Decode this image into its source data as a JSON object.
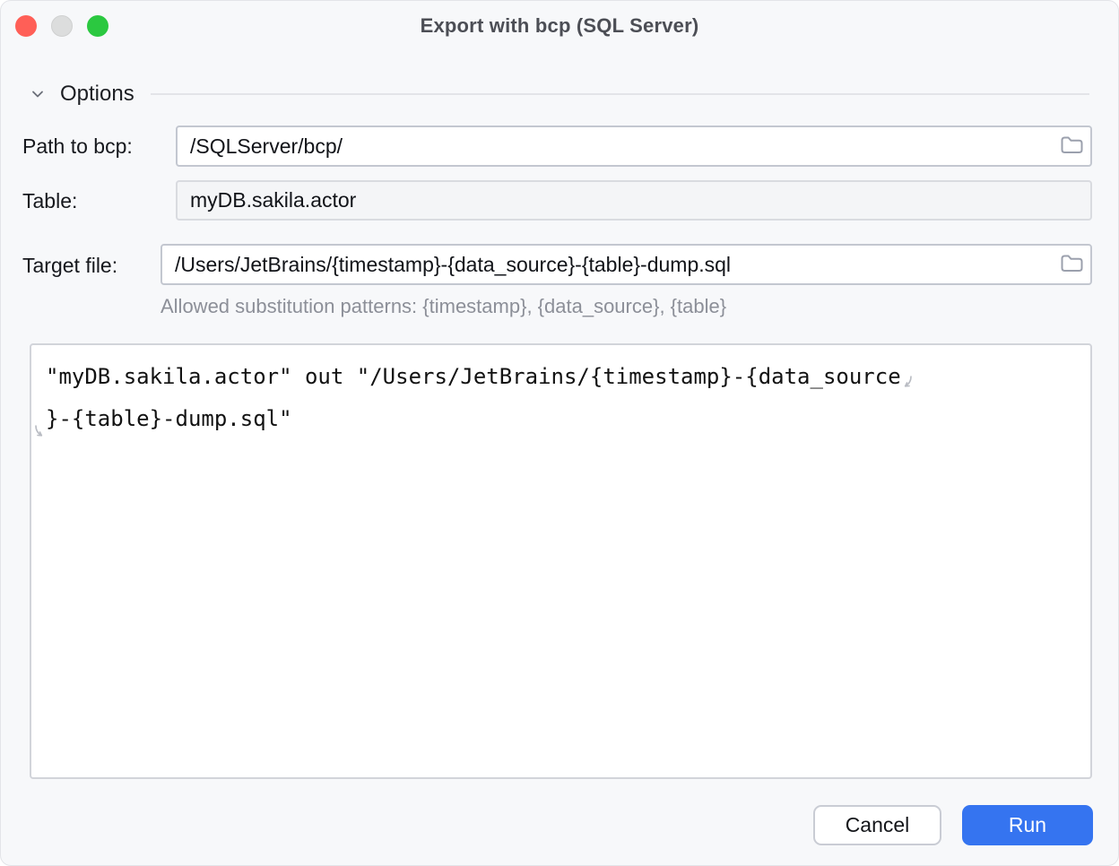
{
  "window": {
    "title": "Export with bcp (SQL Server)"
  },
  "titlebar_controls": {
    "close": "close-button",
    "minimize": "minimize-button",
    "zoom": "zoom-button"
  },
  "options_section": {
    "label": "Options",
    "expanded": true
  },
  "fields": {
    "path_to_bcp": {
      "label": "Path to bcp:",
      "value": "/SQLServer/bcp/",
      "has_browse_button": true
    },
    "table": {
      "label": "Table:",
      "value": "myDB.sakila.actor",
      "disabled": true
    },
    "target_file": {
      "label": "Target file:",
      "value": "/Users/JetBrains/{timestamp}-{data_source}-{table}-dump.sql",
      "has_browse_button": true,
      "hint": "Allowed substitution patterns: {timestamp}, {data_source}, {table}"
    }
  },
  "command_preview": {
    "full_text": "\"myDB.sakila.actor\" out \"/Users/JetBrains/{timestamp}-{data_source}-{table}-dump.sql\"",
    "line1": "\"myDB.sakila.actor\" out \"/Users/JetBrains/{timestamp}-{data_source",
    "line2": "}-{table}-dump.sql\""
  },
  "buttons": {
    "cancel": "Cancel",
    "run": "Run"
  },
  "icons": {
    "chevron": "chevron-down-icon",
    "folder": "folder-icon",
    "wrap": "soft-wrap-arrow-icon"
  },
  "colors": {
    "accent": "#3574f0",
    "window_background": "#f7f8fa",
    "traffic_close": "#ff5f57",
    "traffic_minimize": "#dcdddd",
    "traffic_zoom": "#2bc840",
    "hint_text": "#8c8f98",
    "field_border": "#c3c7d0"
  }
}
